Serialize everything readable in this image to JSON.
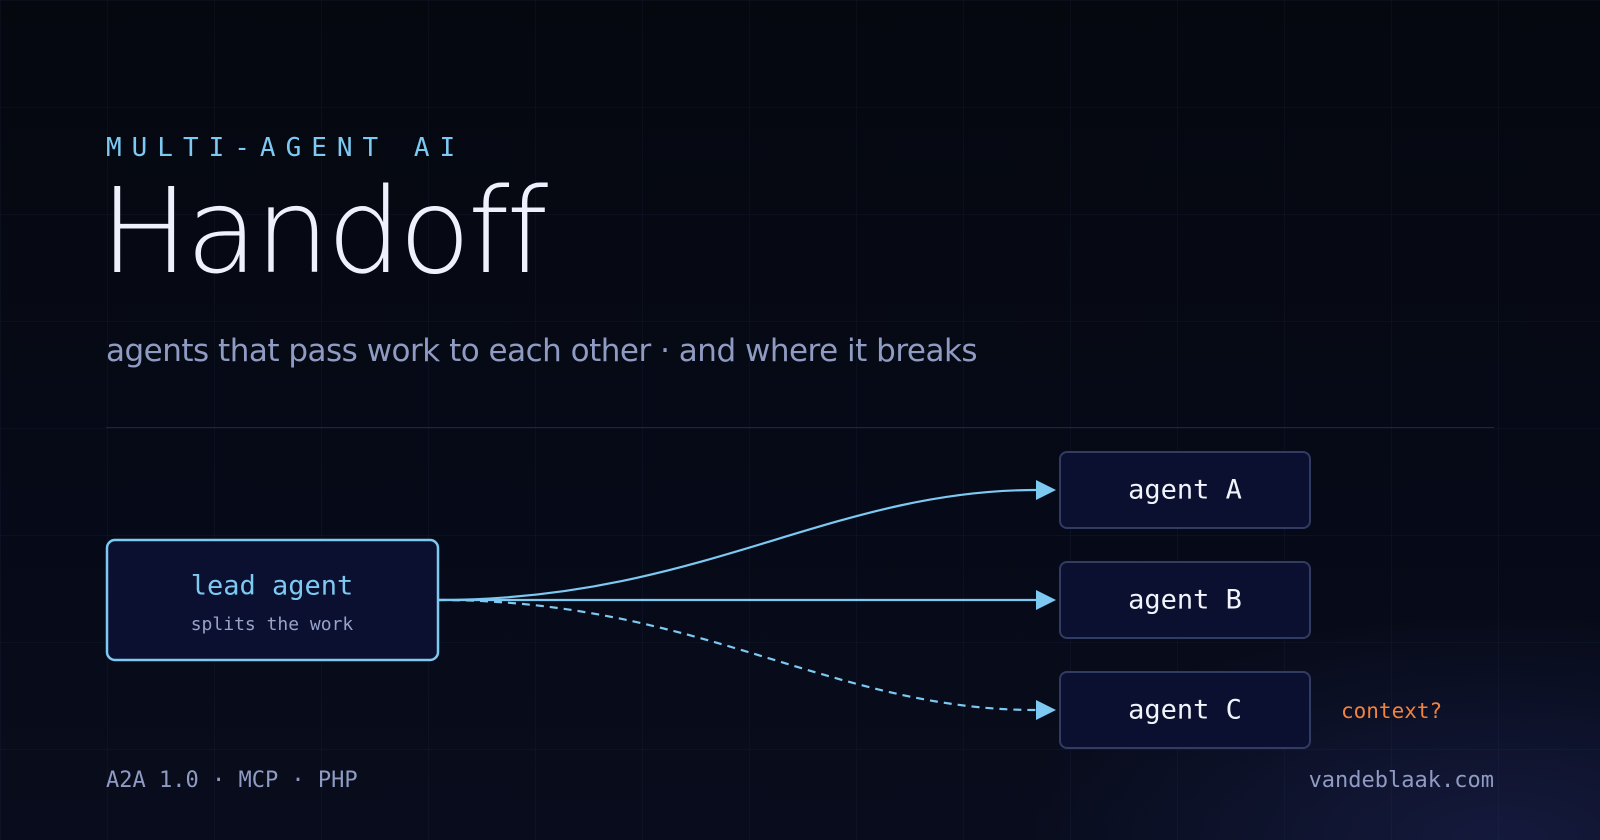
{
  "header": {
    "eyebrow": "MULTI-AGENT AI",
    "title": "Handoff",
    "subtitle": "agents that pass work to each other · and where it breaks"
  },
  "diagram": {
    "lead": {
      "label": "lead agent",
      "sublabel": "splits the work"
    },
    "agents": [
      {
        "label": "agent A",
        "edge": "solid"
      },
      {
        "label": "agent B",
        "edge": "solid"
      },
      {
        "label": "agent C",
        "edge": "dashed"
      }
    ],
    "annotation": "context?",
    "colors": {
      "accent": "#7dc9f2",
      "node_fill": "#0b1030",
      "node_border": "#323b62",
      "node_text": "#f1f4fb",
      "node_subtext": "#98a3c8",
      "warning": "#f0823c"
    }
  },
  "footer": {
    "left": "A2A 1.0 · MCP · PHP",
    "right": "vandeblaak.com"
  }
}
